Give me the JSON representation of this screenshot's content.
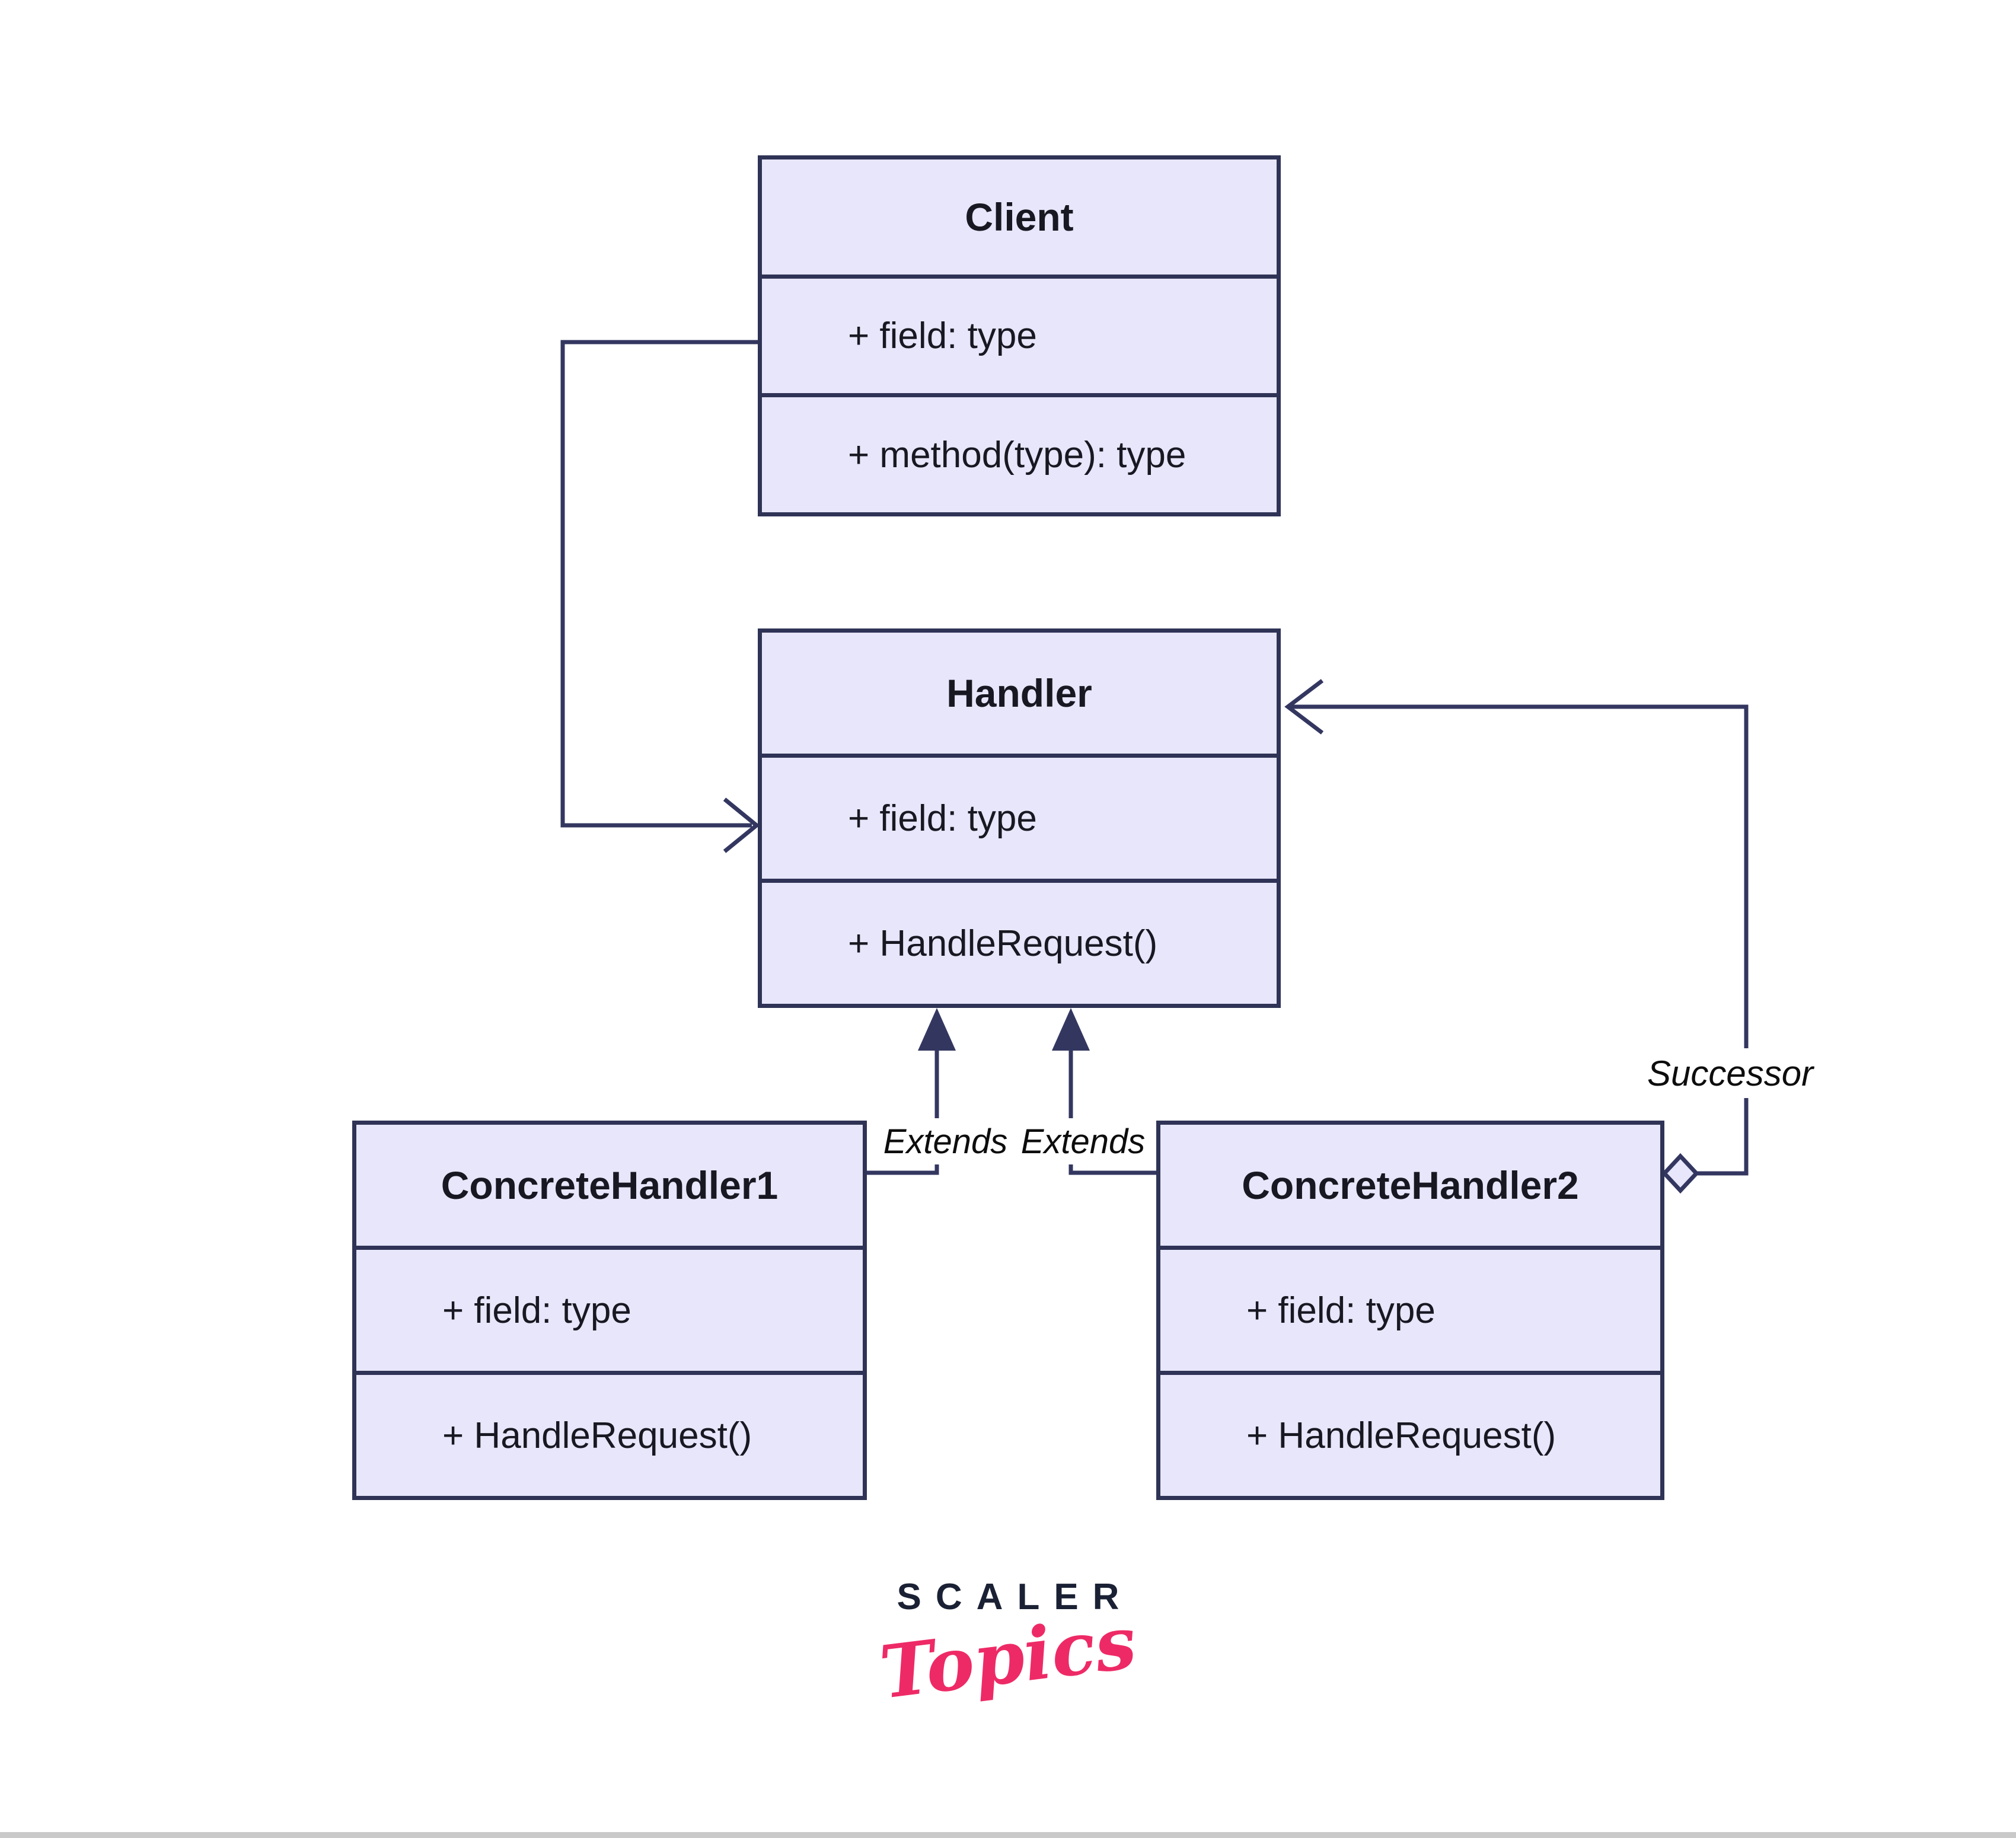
{
  "diagram": {
    "classes": {
      "client": {
        "title": "Client",
        "members": [
          "+ field: type",
          "+ method(type): type"
        ]
      },
      "handler": {
        "title": "Handler",
        "members": [
          "+ field: type",
          "+ HandleRequest()"
        ]
      },
      "concrete1": {
        "title": "ConcreteHandler1",
        "members": [
          "+ field: type",
          "+ HandleRequest()"
        ]
      },
      "concrete2": {
        "title": "ConcreteHandler2",
        "members": [
          "+ field: type",
          "+ HandleRequest()"
        ]
      }
    },
    "labels": {
      "extends_left": "Extends",
      "extends_right": "Extends",
      "successor": "Successor"
    },
    "colors": {
      "box_fill": "#e7e6fa",
      "box_border": "#2f3356",
      "box_text": "#181822",
      "line": "#333760",
      "label_text": "#0d0d0d",
      "logo_navy": "#1b2134",
      "logo_pink": "#ee2a66",
      "footer_strip": "#c9c9c9"
    }
  },
  "logo": {
    "wordmark": "SCALER",
    "script": "Topics"
  }
}
